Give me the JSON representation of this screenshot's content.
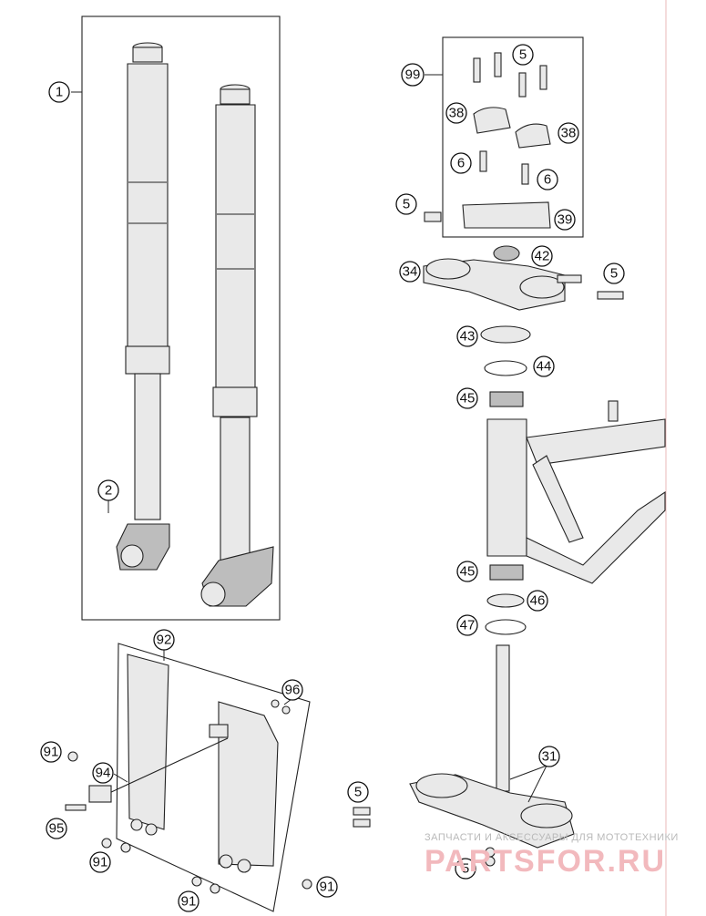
{
  "callouts": {
    "c1": "1",
    "c2": "2",
    "c99": "99",
    "c5a": "5",
    "c38a": "38",
    "c38b": "38",
    "c6a": "6",
    "c6b": "6",
    "c5b": "5",
    "c39": "39",
    "c42": "42",
    "c34": "34",
    "c5c": "5",
    "c43": "43",
    "c44": "44",
    "c45a": "45",
    "c45b": "45",
    "c46": "46",
    "c47": "47",
    "c92": "92",
    "c96": "96",
    "c91a": "91",
    "c94": "94",
    "c95": "95",
    "c5d": "5",
    "c31": "31",
    "c91b": "91",
    "c91c": "91",
    "c91d": "91",
    "c5e": "5"
  },
  "watermark": {
    "caption": "ЗАПЧАСТИ И АКСЕССУАРЫ ДЛЯ МОТОТЕХНИКИ",
    "logo": "PARTSFOR.RU"
  },
  "colors": {
    "line": "#222222",
    "part_fill": "#e9e9e9",
    "watermark": "#f2b9bd"
  }
}
